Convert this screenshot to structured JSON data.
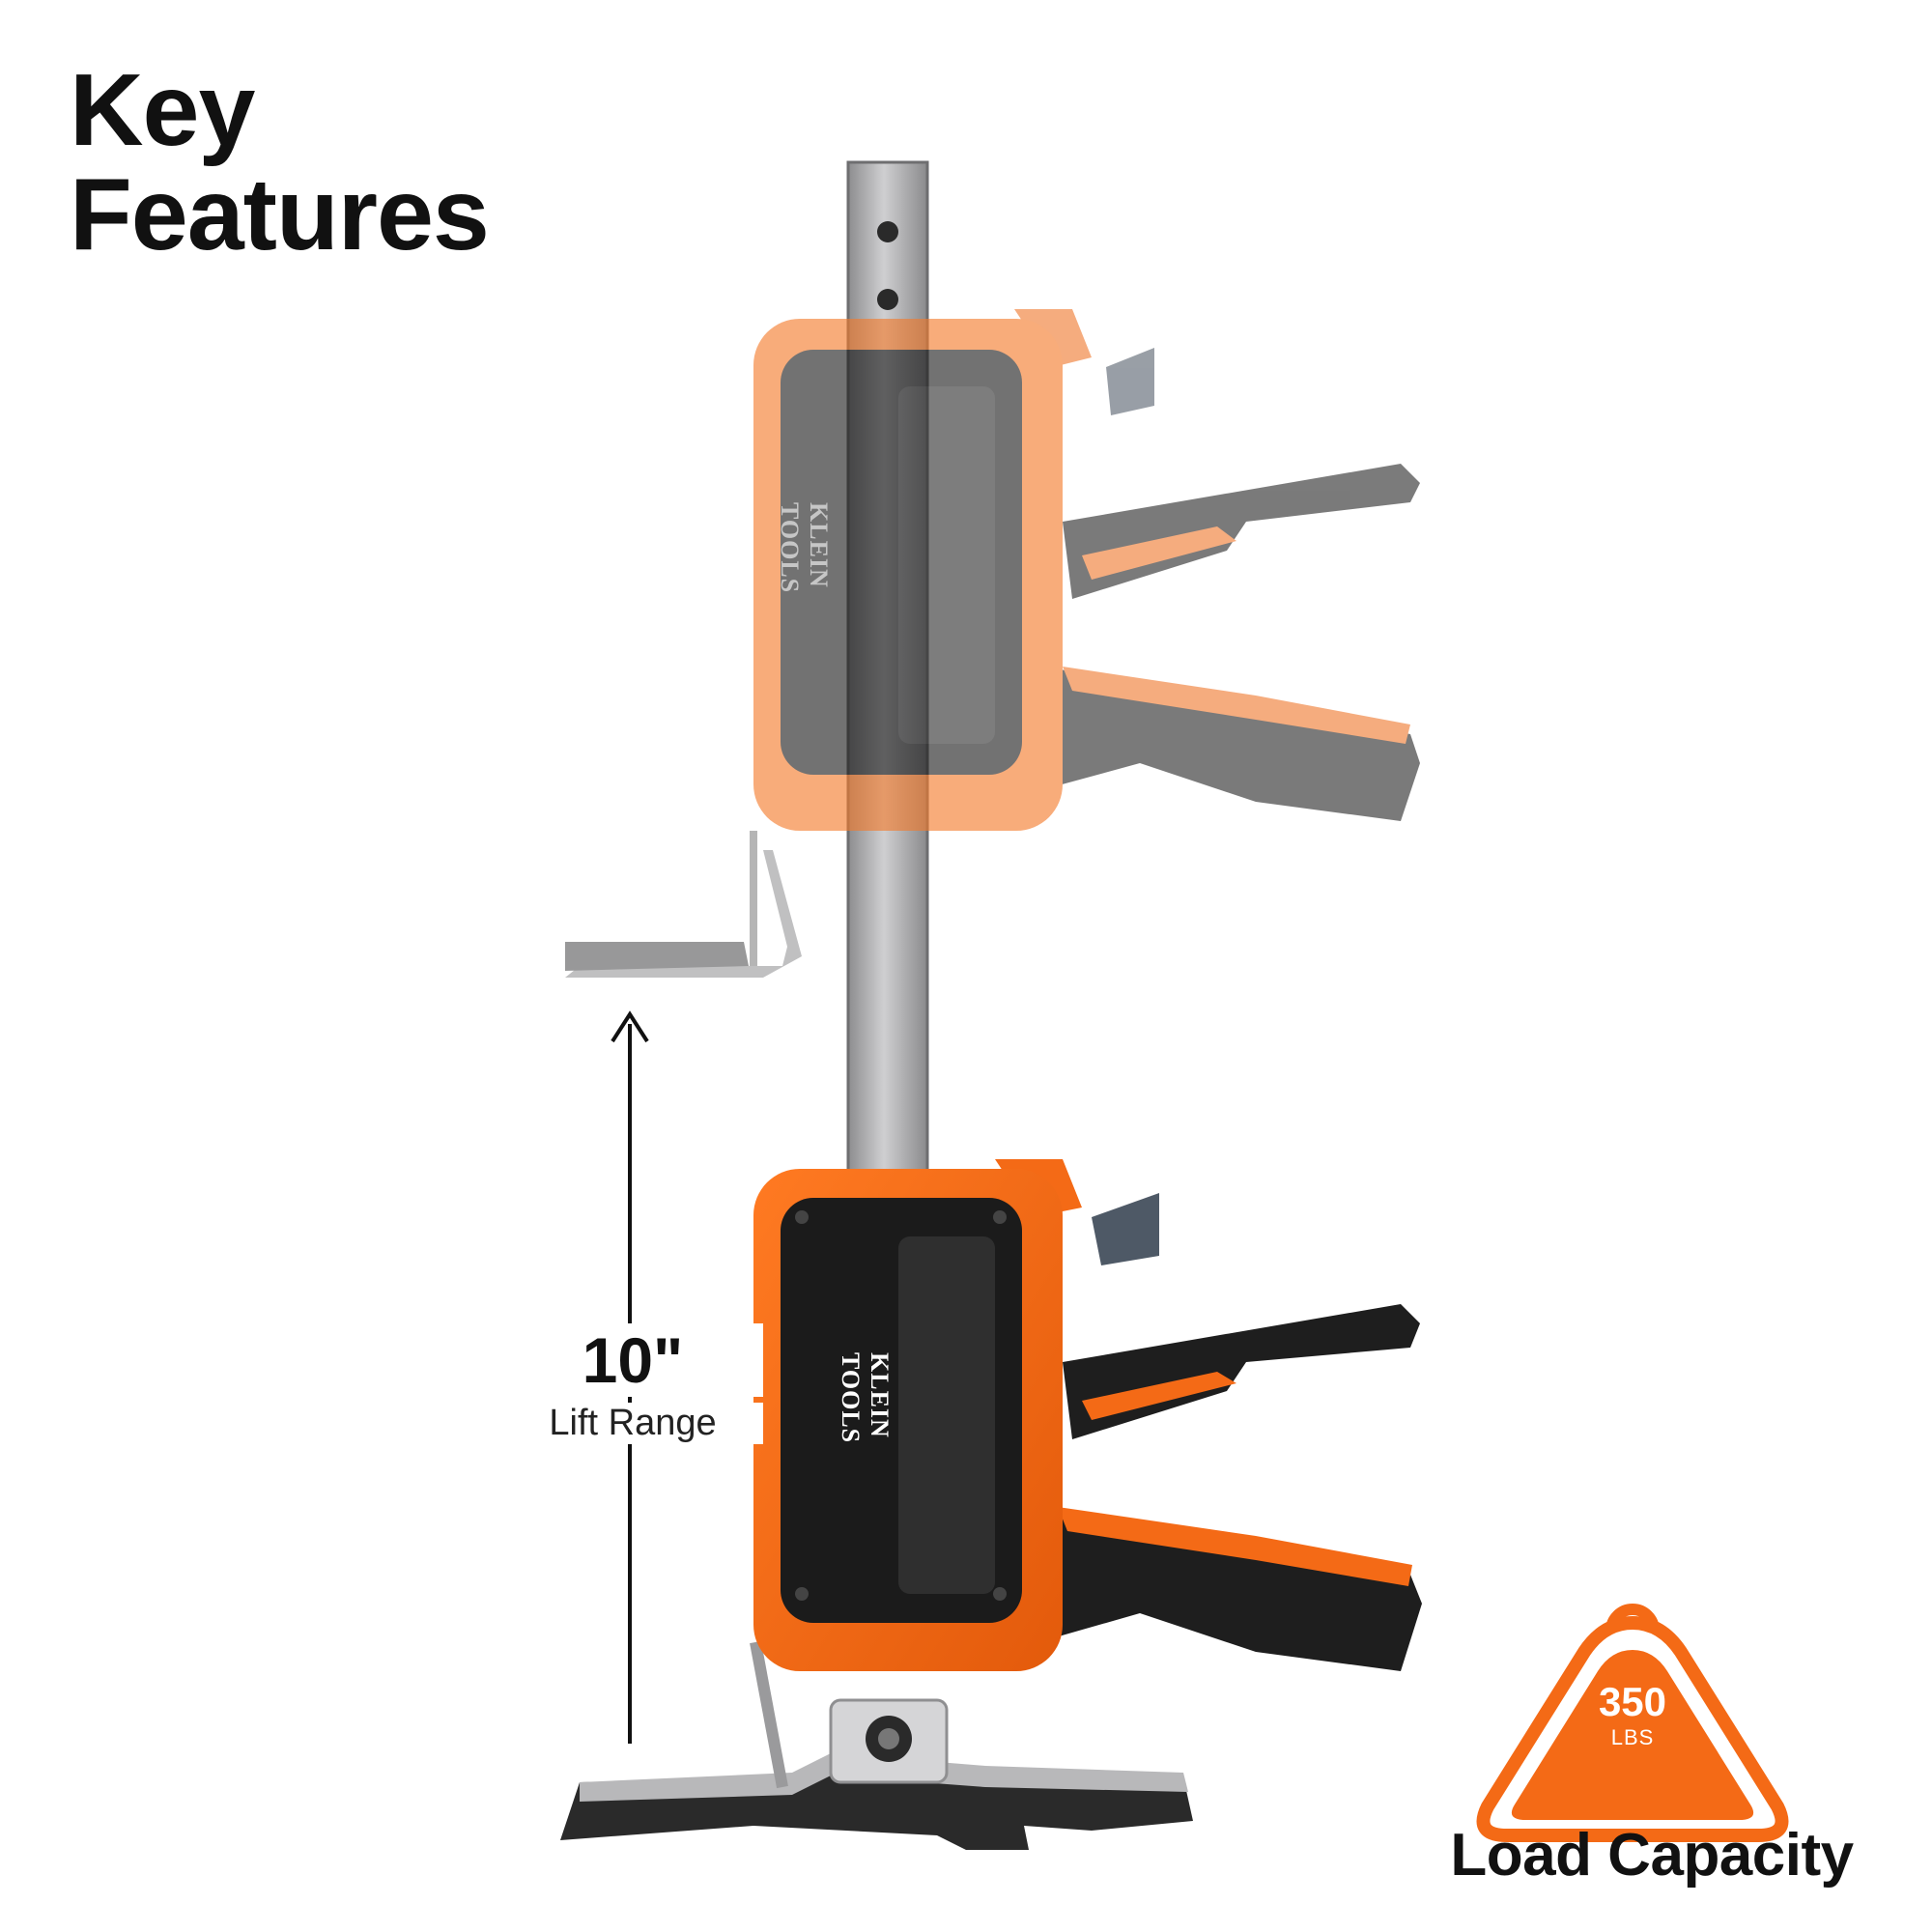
{
  "header": {
    "title_line1": "Key",
    "title_line2": "Features"
  },
  "product": {
    "brand_line1": "KLEIN",
    "brand_line2": "TOOLS"
  },
  "lift_range": {
    "value": "10\"",
    "label": "Lift Range"
  },
  "load_capacity": {
    "value": "350",
    "unit": "LBS",
    "label": "Load Capacity"
  },
  "colors": {
    "brand_orange": "#F46A16",
    "grip_black": "#1E1E1E",
    "steel": "#A9A9AA",
    "text": "#111111"
  }
}
